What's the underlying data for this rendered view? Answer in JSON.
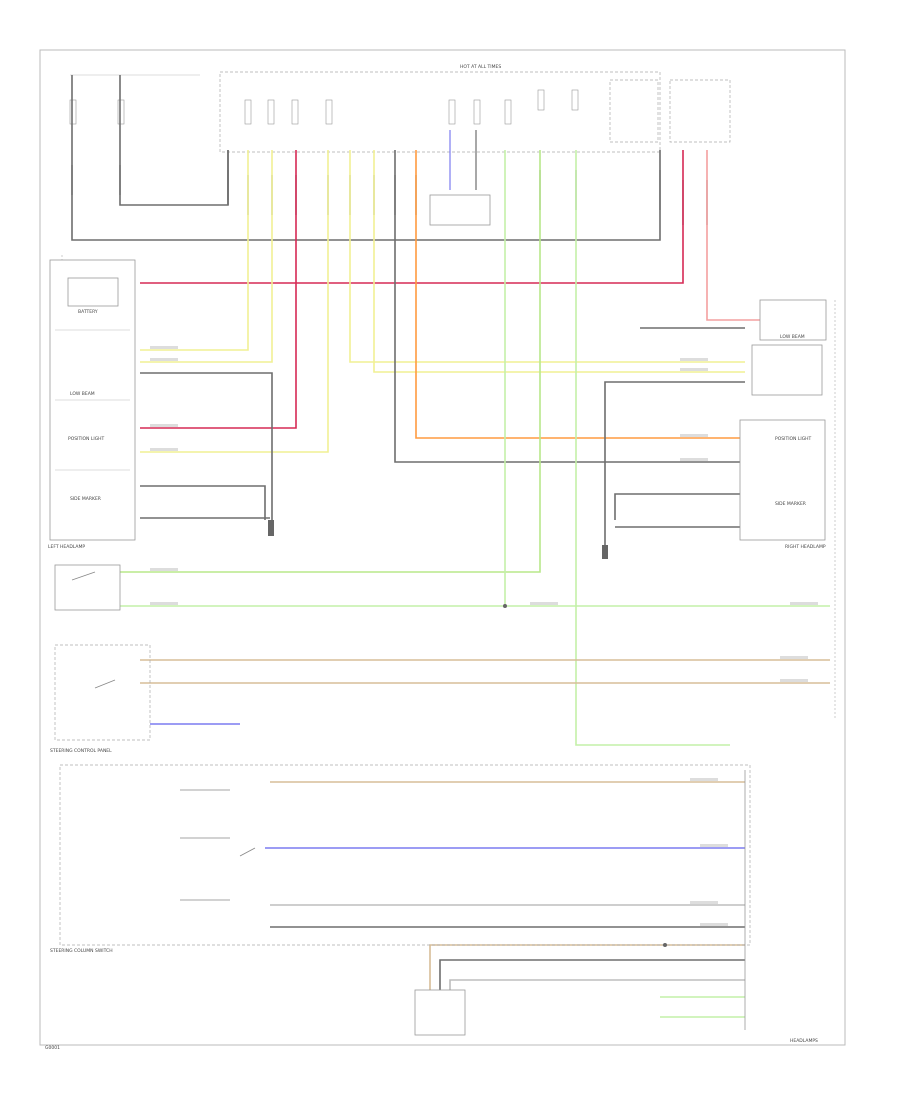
{
  "labels": {
    "left_headlamp": "LEFT HEADLAMP",
    "right_headlamp": "RIGHT HEADLAMP",
    "steering_control_panel": "STEERING CONTROL PANEL",
    "steering_column_switch": "STEERING COLUMN SWITCH",
    "hot_at_all_times": "HOT AT ALL TIMES",
    "battery": "BATTERY",
    "low_beam_left": "LOW BEAM",
    "low_beam_right": "LOW BEAM",
    "position_light_left": "POSITION LIGHT",
    "position_light_right": "POSITION LIGHT",
    "side_marker_left": "SIDE MARKER",
    "side_marker_right": "SIDE MARKER",
    "bottom_right": "HEADLAMPS",
    "bottom_left": "G0001"
  },
  "colors": {
    "black": "#6e6e6e",
    "yellow": "#f1f094",
    "pink": "#f4a0a0",
    "red": "#d62a55",
    "green": "#b8e88a",
    "orange": "#ff9b40",
    "tan": "#d7bd98",
    "blue": "#7b7bf0"
  }
}
